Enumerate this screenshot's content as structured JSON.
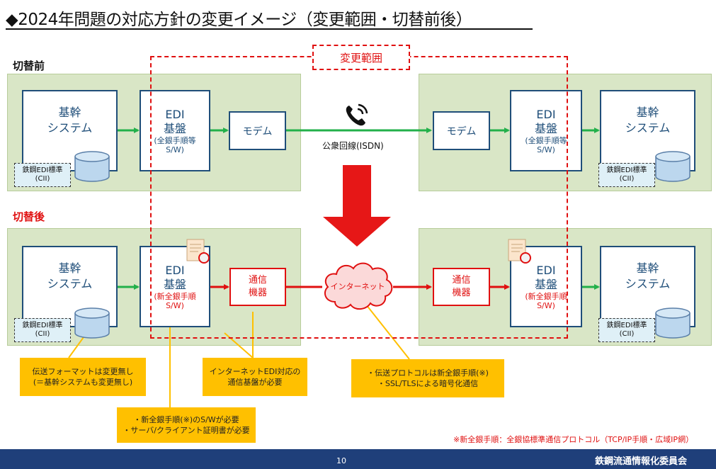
{
  "title": "◆2024年問題の対応方針の変更イメージ（変更範囲・切替前後）",
  "sections": {
    "before": "切替前",
    "after": "切替後"
  },
  "change_scope_label": "変更範囲",
  "core_system": {
    "line1": "基幹",
    "line2": "システム"
  },
  "edi": {
    "line1": "EDI",
    "line2": "基盤"
  },
  "before_edi_sub": {
    "line1": "(全銀手順等",
    "line2": "S/W)"
  },
  "after_edi_sub": {
    "line1": "(新全銀手順",
    "line2": "S/W)"
  },
  "cii": {
    "line1": "鉄鋼EDI標準",
    "line2": "(CII)"
  },
  "modem": "モデム",
  "public_line": "公衆回線(ISDN)",
  "comm_device": {
    "line1": "通信",
    "line2": "機器"
  },
  "internet": "インターネット",
  "callouts": {
    "format": {
      "line1": "伝送フォーマットは変更無し",
      "line2": "(＝基幹システムも変更無し)"
    },
    "platform": {
      "line1": "インターネットEDI対応の",
      "line2": "通信基盤が必要"
    },
    "protocol": {
      "line1": "・伝送プロトコルは新全銀手順(※)",
      "line2": "・SSL/TLSによる暗号化通信"
    },
    "software": {
      "line1": "・新全銀手順(※)のS/Wが必要",
      "line2": "・サーバ/クライアント証明書が必要"
    }
  },
  "footnote": "※新全銀手順：全銀協標準通信プロトコル（TCP/IP手順・広域IP網）",
  "page_number": "10",
  "organization": "鉄鋼流通情報化委員会",
  "colors": {
    "navy": "#1f4e79",
    "red": "#e01010",
    "green": "#22b04a",
    "panel": "#d9e6c6",
    "callout": "#ffc000",
    "footer": "#1f3f7a"
  },
  "icons": [
    "phone-icon",
    "database-icon",
    "certificate-icon",
    "cloud-icon",
    "down-arrow-icon"
  ]
}
